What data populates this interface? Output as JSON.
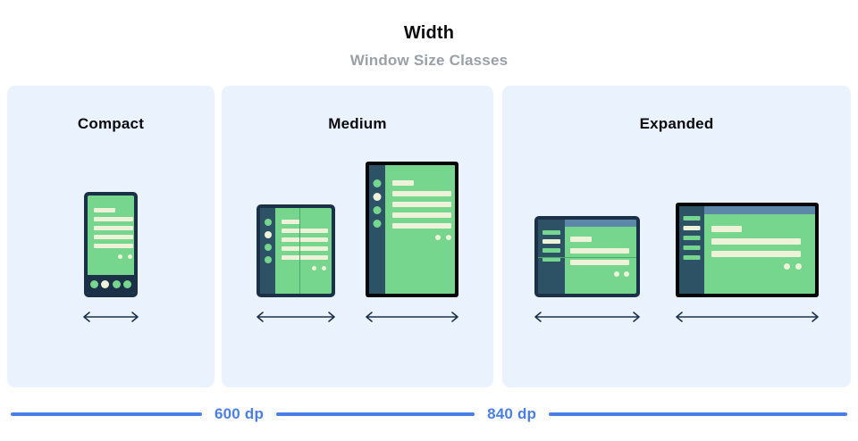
{
  "header": {
    "title": "Width",
    "subtitle": "Window Size Classes"
  },
  "colors": {
    "panel_background": "#eaf2fd",
    "page_background": "#ffffff",
    "screen_green": "#76d68e",
    "content_cream": "#eef2d8",
    "navy_bezel": "#1b3148",
    "black_bezel": "#04060a",
    "nav_rail": "#2d5266",
    "title_strip": "#5c87a8",
    "fold_seam": "#4aa86a",
    "accent_blue": "#4a7fe8",
    "title_text": "#0b0b0f",
    "subtitle_text": "#9aa0a6"
  },
  "panels": [
    {
      "id": "compact",
      "title": "Compact",
      "devices": [
        {
          "name": "phone",
          "form_factor": "phone-portrait",
          "bezel": "navy",
          "rail": false,
          "bottom_nav": true,
          "nav_dots": 4,
          "active_index": 1
        }
      ]
    },
    {
      "id": "medium",
      "title": "Medium",
      "devices": [
        {
          "name": "foldable-portrait",
          "form_factor": "foldable-portrait",
          "bezel": "navy",
          "rail": true,
          "rail_dots": 4,
          "active_index": 1,
          "fold": "vertical"
        },
        {
          "name": "tablet-portrait",
          "form_factor": "tablet-portrait",
          "bezel": "black",
          "rail": true,
          "rail_dots": 4,
          "active_index": 1,
          "fold": "none"
        }
      ]
    },
    {
      "id": "expanded",
      "title": "Expanded",
      "devices": [
        {
          "name": "foldable-landscape",
          "form_factor": "foldable-landscape",
          "bezel": "navy",
          "rail": true,
          "rail_bars": 4,
          "active_index": 1,
          "fold": "horizontal",
          "title_strip": true
        },
        {
          "name": "tablet-landscape",
          "form_factor": "tablet-landscape",
          "bezel": "black",
          "rail": true,
          "rail_bars": 5,
          "active_index": 1,
          "fold": "none",
          "title_strip": true
        }
      ]
    }
  ],
  "arrows": {
    "icon": "double-headed-arrow",
    "count_compact": 1,
    "count_medium": 2,
    "count_expanded": 2
  },
  "scale": {
    "breakpoints": [
      {
        "label": "600 dp",
        "value": 600
      },
      {
        "label": "840 dp",
        "value": 840
      }
    ]
  }
}
